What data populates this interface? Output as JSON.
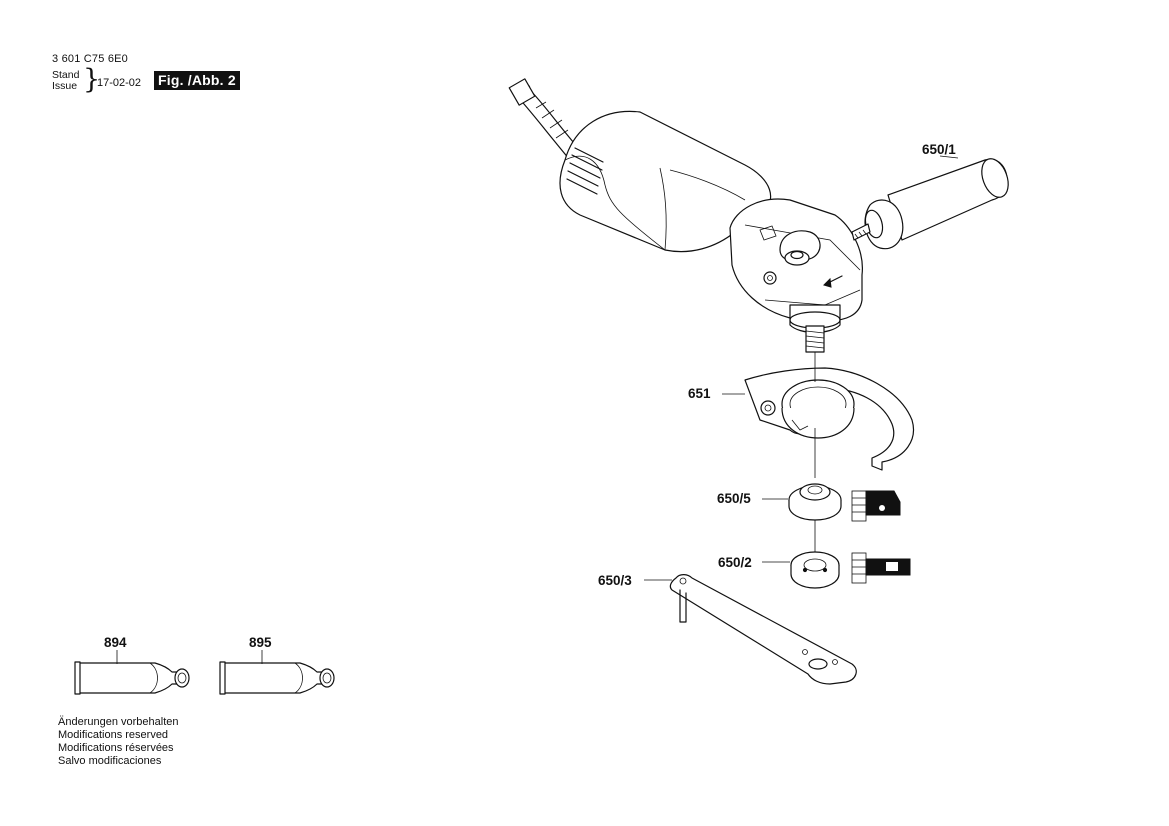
{
  "header": {
    "doc_number": "3 601 C75 6E0",
    "stand_label": "Stand",
    "issue_label": "Issue",
    "issue_date": "17-02-02",
    "figure_label": "Fig. /Abb. 2"
  },
  "parts": {
    "p650_1": "650/1",
    "p651": "651",
    "p650_5": "650/5",
    "p650_2": "650/2",
    "p650_3": "650/3",
    "p894": "894",
    "p895": "895"
  },
  "notes": [
    "Änderungen vorbehalten",
    "Modifications reserved",
    "Modifications réservées",
    "Salvo modificaciones"
  ]
}
